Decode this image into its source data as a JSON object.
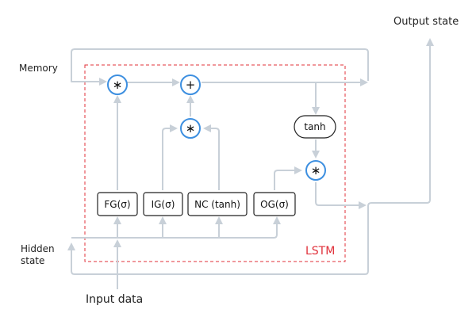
{
  "labels": {
    "memory": "Memory",
    "output_state": "Output state",
    "hidden_state_line1": "Hidden",
    "hidden_state_line2": "state",
    "input_data": "Input data",
    "lstm": "LSTM"
  },
  "boxes": {
    "forget_gate": "FG(σ)",
    "input_gate": "IG(σ)",
    "new_candidate": "NC (tanh)",
    "output_gate": "OG(σ)",
    "tanh": "tanh"
  },
  "operators": {
    "multiply": "∗",
    "add": "+"
  },
  "colors": {
    "wire": "#c8d0d8",
    "operator_ring": "#3d8fe0",
    "lstm_border": "#e0303a",
    "lstm_label": "#e0303a",
    "box_border": "#222222"
  }
}
